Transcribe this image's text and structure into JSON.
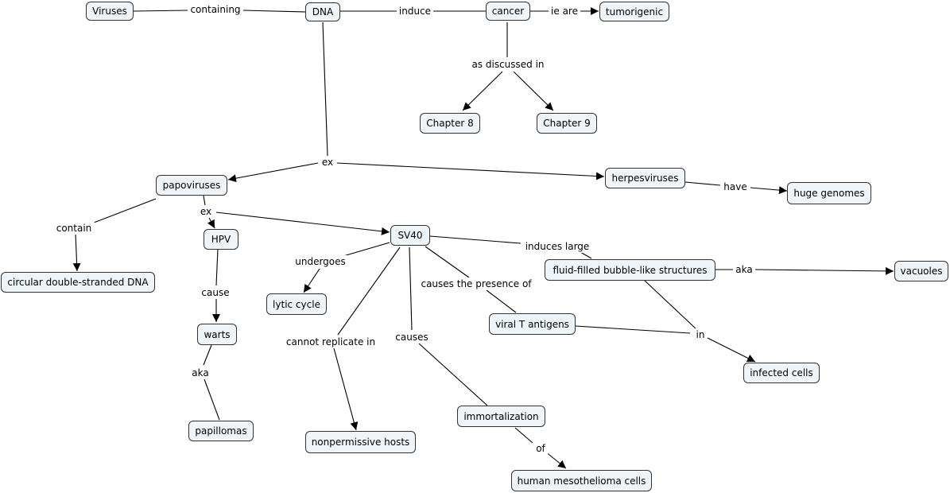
{
  "nodes": {
    "viruses": "Viruses",
    "dna": "DNA",
    "cancer": "cancer",
    "tumorigenic": "tumorigenic",
    "chapter8": "Chapter 8",
    "chapter9": "Chapter 9",
    "papoviruses": "papoviruses",
    "herpesviruses": "herpesviruses",
    "huge_genomes": "huge genomes",
    "circular_dna": "circular double-stranded DNA",
    "hpv": "HPV",
    "sv40": "SV40",
    "fluid_filled": "fluid-filled bubble-like structures",
    "vacuoles": "vacuoles",
    "lytic_cycle": "lytic cycle",
    "viral_t_antigens": "viral T antigens",
    "warts": "warts",
    "infected_cells": "infected cells",
    "immortalization": "immortalization",
    "papillomas": "papillomas",
    "nonpermissive_hosts": "nonpermissive hosts",
    "mesothelioma": "human mesothelioma cells"
  },
  "links": {
    "containing": "containing",
    "induce": "induce",
    "ie_are": "ie are",
    "as_discussed_in": "as discussed in",
    "ex_dna": "ex",
    "have": "have",
    "contain": "contain",
    "ex_papo": "ex",
    "induces_large": "induces large",
    "aka_vac": "aka",
    "undergoes": "undergoes",
    "causes_presence": "causes the presence of",
    "cause": "cause",
    "in": "in",
    "cannot_replicate": "cannot replicate in",
    "causes": "causes",
    "aka_pap": "aka",
    "of": "of"
  }
}
